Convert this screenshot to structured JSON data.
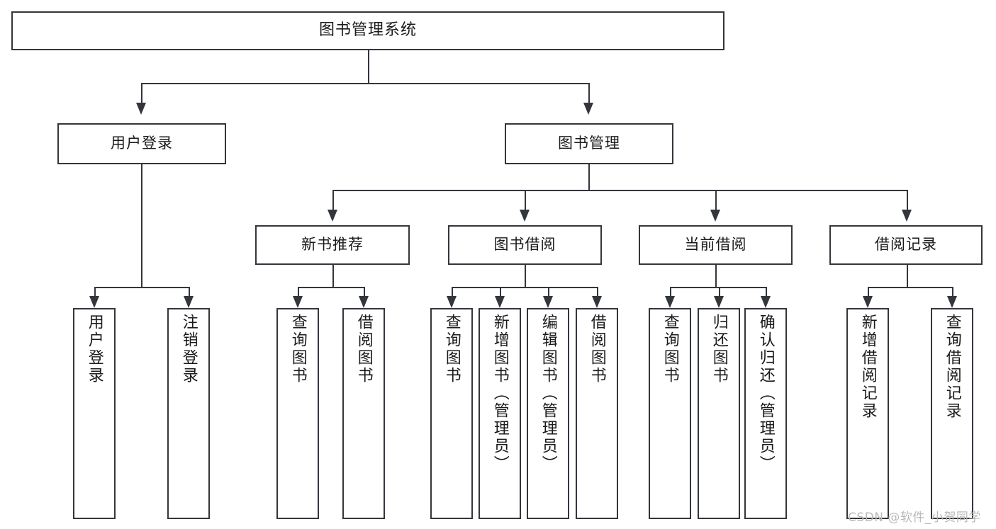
{
  "diagram": {
    "type": "tree",
    "title_node": "图书管理系统",
    "watermark": "CSDN @软件_小贺同学",
    "colors": {
      "stroke": "#33363b",
      "fill": "#ffffff",
      "text": "#1a1a1a",
      "watermark": "#b9b9b9"
    },
    "levels": {
      "root": "图书管理系统",
      "level2": [
        "用户登录",
        "图书管理"
      ],
      "level3": [
        "新书推荐",
        "图书借阅",
        "当前借阅",
        "借阅记录"
      ]
    },
    "nodes": {
      "root": {
        "label": "图书管理系统"
      },
      "user_login": {
        "label": "用户登录"
      },
      "book_manage": {
        "label": "图书管理"
      },
      "new_book_rec": {
        "label": "新书推荐"
      },
      "book_borrow": {
        "label": "图书借阅"
      },
      "current_borrow": {
        "label": "当前借阅"
      },
      "borrow_record": {
        "label": "借阅记录"
      }
    },
    "leaves": {
      "user_login": [
        {
          "label": "用户登录"
        },
        {
          "label": "注销登录"
        }
      ],
      "new_book_rec": [
        {
          "label": "查询图书"
        },
        {
          "label": "借阅图书"
        }
      ],
      "book_borrow": [
        {
          "label": "查询图书"
        },
        {
          "label": "新增图书（管理员）"
        },
        {
          "label": "编辑图书（管理员）"
        },
        {
          "label": "借阅图书"
        }
      ],
      "current_borrow": [
        {
          "label": "查询图书"
        },
        {
          "label": "归还图书"
        },
        {
          "label": "确认归还（管理员）"
        }
      ],
      "borrow_record": [
        {
          "label": "新增借阅记录"
        },
        {
          "label": "查询借阅记录"
        }
      ]
    }
  }
}
